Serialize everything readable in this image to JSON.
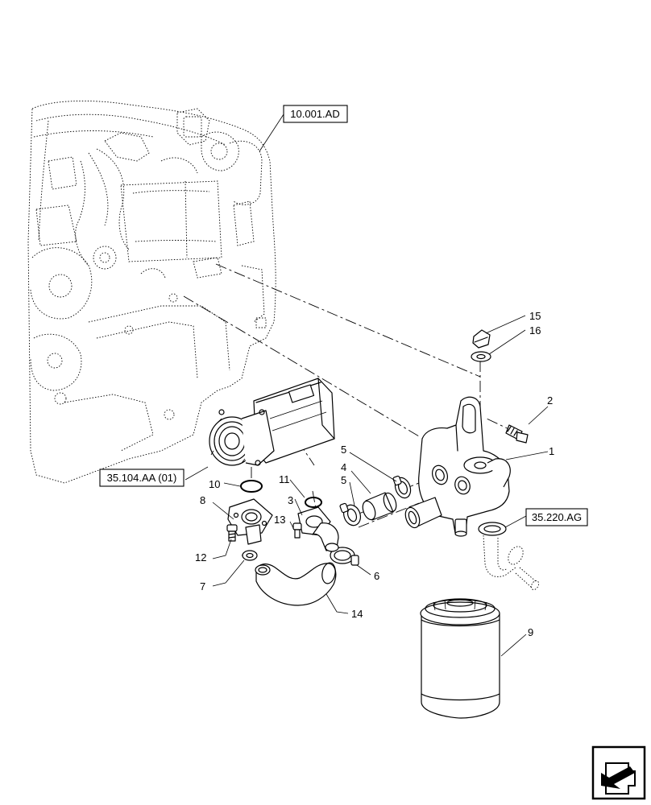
{
  "references": [
    {
      "id": "ref-engine",
      "label": "10.001.AD"
    },
    {
      "id": "ref-pump",
      "label": "35.104.AA (01)"
    },
    {
      "id": "ref-pipe",
      "label": "35.220.AG"
    }
  ],
  "callouts": [
    "1",
    "2",
    "3",
    "4",
    "5",
    "5",
    "6",
    "7",
    "8",
    "9",
    "10",
    "11",
    "12",
    "13",
    "14",
    "15",
    "16"
  ],
  "icon": "previous-page-arrow-icon"
}
